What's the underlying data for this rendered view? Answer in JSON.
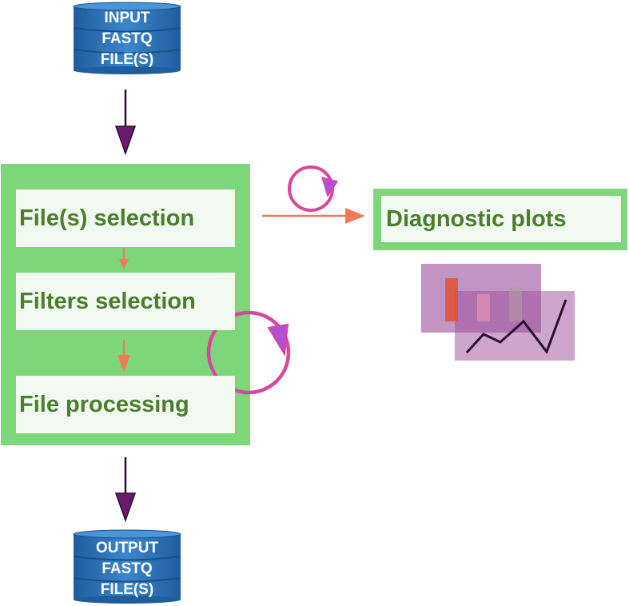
{
  "input_db": {
    "lines": [
      "INPUT",
      "FASTQ",
      "FILE(S)"
    ]
  },
  "output_db": {
    "lines": [
      "OUTPUT",
      "FASTQ",
      "FILE(S)"
    ]
  },
  "pipeline": {
    "steps": [
      "File(s) selection",
      "Filters selection",
      "File processing"
    ]
  },
  "diagnostics": {
    "label": "Diagnostic plots"
  },
  "colors": {
    "db_blue": "#2f74b8",
    "container_green": "#7dd67a",
    "step_fill": "#f1f9f1",
    "text_green": "#4a7d2c",
    "arrow_dark": "#2a0f2a",
    "arrow_purple": "#6a1a6e",
    "arrow_orange": "#f07a5a",
    "loop_pink": "#d9479b",
    "loop_head": "#b24fd6",
    "plot_purple": "#9b4c9b"
  }
}
